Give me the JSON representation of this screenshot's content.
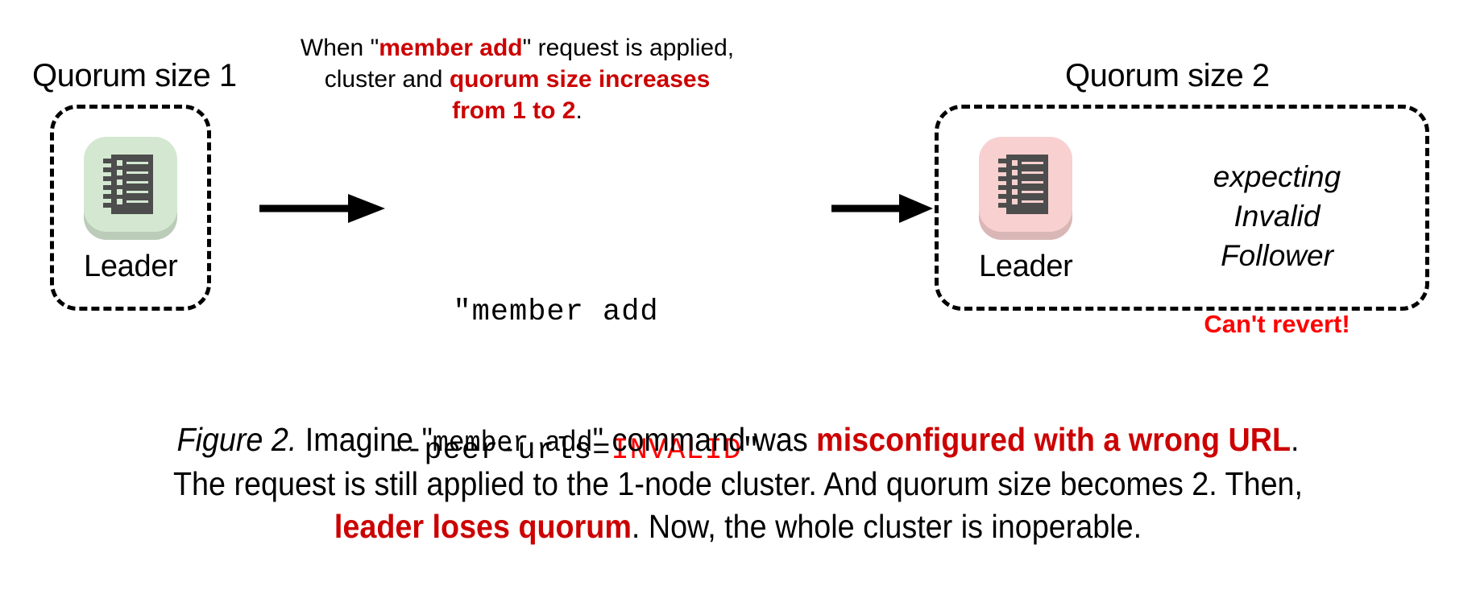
{
  "figure": {
    "background": "#ffffff",
    "accent_red": "#cc0000",
    "bright_red": "#ff0000"
  },
  "left_cluster": {
    "title": "Quorum size 1",
    "node": {
      "label": "Leader",
      "tile_color": "#d4e8d1",
      "icon": "server-rack-icon"
    }
  },
  "right_cluster": {
    "title": "Quorum size 2",
    "node": {
      "label": "Leader",
      "tile_color": "#f7d0cf",
      "icon": "server-rack-icon"
    },
    "status_lines": [
      "expecting",
      "Invalid",
      "Follower"
    ],
    "alert": "Can't revert!"
  },
  "top_note": {
    "line1_a": "When \"",
    "line1_b": "member add",
    "line1_c": "\" request is applied,",
    "line2_a": "cluster and ",
    "line2_b": "quorum size increases",
    "line3_b": "from 1 to 2",
    "line3_c": "."
  },
  "command": {
    "line1": "\"member add",
    "line2_a": "--peer-urls=",
    "line2_b": "INVALID",
    "line2_c": "\""
  },
  "arrows": {
    "left_arrow": "right-arrow-icon",
    "right_arrow": "right-arrow-icon"
  },
  "caption": {
    "fig_label": "Figure 2.",
    "part1": " Imagine \"",
    "mono1": "member add",
    "part2": "\" command was ",
    "hl1": "misconfigured with a wrong URL",
    "part3": ".",
    "line2": "The request is still applied to the 1-node cluster. And quorum size becomes 2. Then,",
    "hl2": "leader loses quorum",
    "part4": ". Now, the whole cluster is inoperable."
  }
}
